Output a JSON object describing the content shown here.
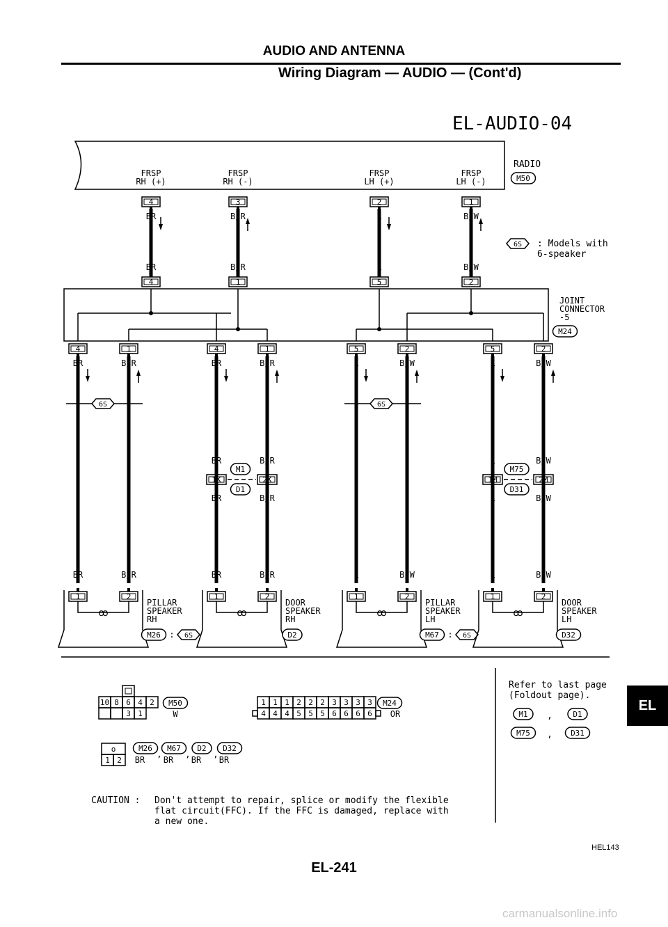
{
  "header": {
    "title": "AUDIO AND ANTENNA",
    "subtitle": "Wiring Diagram — AUDIO — (Cont'd)"
  },
  "diagram_code": "EL-AUDIO-04",
  "radio": {
    "label": "RADIO",
    "connector": "M50",
    "terminals": [
      {
        "name": "FRSP\nRH (+)",
        "pin": "4",
        "wire": "BR"
      },
      {
        "name": "FRSP\nRH (-)",
        "pin": "3",
        "wire": "B/R"
      },
      {
        "name": "FRSP\nLH (+)",
        "pin": "2",
        "wire": "L"
      },
      {
        "name": "FRSP\nLH (-)",
        "pin": "1",
        "wire": "B/W"
      }
    ]
  },
  "legend_note": {
    "symbol": "6S",
    "text": ": Models with\n6-speaker"
  },
  "joint": {
    "label": "JOINT\nCONNECTOR\n-5",
    "connector": "M24",
    "top_pins": [
      "4",
      "1",
      "5",
      "2"
    ],
    "bottom_pins": [
      "4",
      "1",
      "4",
      "1",
      "5",
      "2",
      "5",
      "2"
    ],
    "bottom_wires": [
      "BR",
      "B/R",
      "BR",
      "B/R",
      "L",
      "B/W",
      "L",
      "B/W"
    ],
    "option_tag": "6S"
  },
  "inline_connectors": [
    {
      "top": "M1",
      "bottom": "D1",
      "pins": [
        "1K",
        "2K"
      ],
      "wires_top": [
        "BR",
        "B/R"
      ],
      "wires_bottom": [
        "BR",
        "B/R"
      ]
    },
    {
      "top": "M75",
      "bottom": "D31",
      "pins": [
        "1M",
        "2M"
      ],
      "wires_top": [
        "L",
        "B/W"
      ],
      "wires_bottom": [
        "L",
        "B/W"
      ]
    }
  ],
  "speakers": [
    {
      "label": "PILLAR\nSPEAKER\nRH",
      "connector": "M26",
      "option": "6S",
      "pins": [
        "1",
        "2"
      ],
      "wires": [
        "BR",
        "B/R"
      ]
    },
    {
      "label": "DOOR\nSPEAKER\nRH",
      "connector": "D2",
      "option": "",
      "pins": [
        "1",
        "2"
      ],
      "wires": [
        "BR",
        "B/R"
      ]
    },
    {
      "label": "PILLAR\nSPEAKER\nLH",
      "connector": "M67",
      "option": "6S",
      "pins": [
        "1",
        "2"
      ],
      "wires": [
        "L",
        "B/W"
      ]
    },
    {
      "label": "DOOR\nSPEAKER\nLH",
      "connector": "D32",
      "option": "",
      "pins": [
        "1",
        "2"
      ],
      "wires": [
        "L",
        "B/W"
      ]
    }
  ],
  "connector_views": [
    {
      "connector": "M50",
      "color": "W",
      "top_row": [
        "10",
        "8",
        "6",
        "4",
        "2"
      ],
      "bottom_row": [
        "",
        "",
        "3",
        "1"
      ]
    },
    {
      "connector": "M24",
      "color": "OR",
      "top_row": [
        "1",
        "1",
        "1",
        "2",
        "2",
        "2",
        "3",
        "3",
        "3",
        "3"
      ],
      "bottom_row": [
        "4",
        "4",
        "4",
        "5",
        "5",
        "5",
        "6",
        "6",
        "6",
        "6"
      ]
    },
    {
      "connectors": [
        "M26",
        "M67",
        "D2",
        "D32"
      ],
      "colors": [
        "BR",
        "BR",
        "BR",
        "BR"
      ],
      "pins": [
        "1",
        "2"
      ]
    }
  ],
  "refer": {
    "text": "Refer to last page\n(Foldout page).",
    "connectors_row1": [
      "M1",
      "D1"
    ],
    "connectors_row2": [
      "M75",
      "D31"
    ]
  },
  "caution": {
    "label": "CAUTION :",
    "text": "Don't attempt to repair, splice or modify the flexible\nflat circuit(FFC). If the FFC is damaged, replace with\na new one."
  },
  "section_tab": "EL",
  "figure_id": "HEL143",
  "page_number": "EL-241",
  "watermark": "carmanualsonline.info"
}
